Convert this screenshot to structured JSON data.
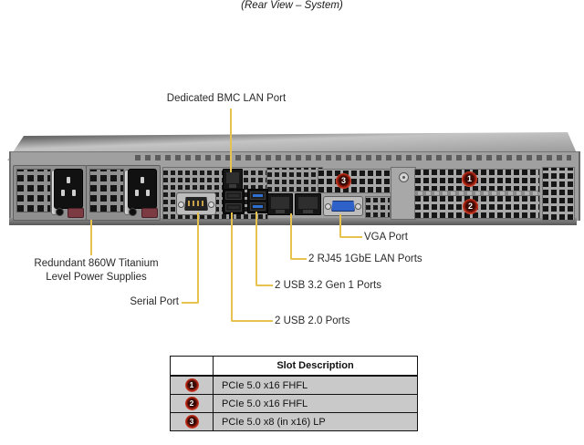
{
  "title": "(Rear View – System)",
  "labels": {
    "bmc_lan": "Dedicated BMC LAN Port",
    "psu_line1": "Redundant 860W Titanium",
    "psu_line2": "Level Power Supplies",
    "serial": "Serial Port",
    "usb2": "2 USB 2.0 Ports",
    "usb3": "2 USB 3.2 Gen 1 Ports",
    "lan": "2 RJ45 1GbE LAN Ports",
    "vga": "VGA Port"
  },
  "slot_markers": {
    "m1": "1",
    "m2": "2",
    "m3": "3"
  },
  "table": {
    "header_slot": "Slot Description",
    "rows": [
      {
        "num": "1",
        "desc": "PCIe 5.0 x16 FHFL"
      },
      {
        "num": "2",
        "desc": "PCIe 5.0 x16 FHFL"
      },
      {
        "num": "3",
        "desc": "PCIe 5.0 x8 (in x16) LP"
      }
    ]
  },
  "colors": {
    "callout": "#e7c24e",
    "row_bg": "#c9c9c9",
    "chassis_gray": "#a0a0a0"
  }
}
